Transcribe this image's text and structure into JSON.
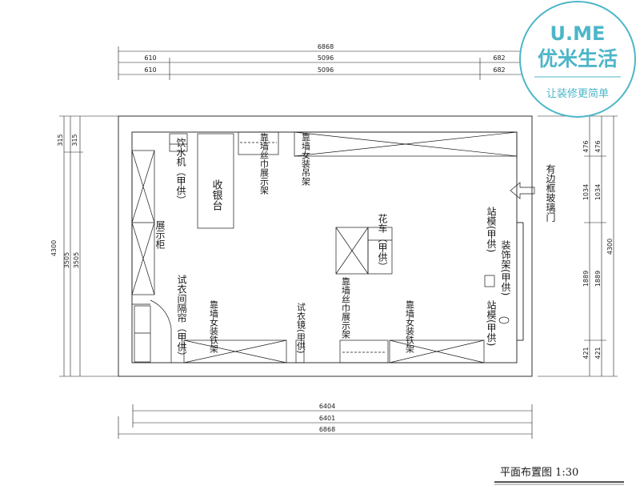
{
  "logo": {
    "brand_latin": "U.ME",
    "brand_cn": "优米生活",
    "slogan": "让装修更简单",
    "color": "#4db6c8"
  },
  "drawing": {
    "title": "平面布置图 1:30",
    "color": "#1a1a1a",
    "top_dims": {
      "total": "6868",
      "row1": [
        "610",
        "5096",
        "682"
      ],
      "row2": [
        "610",
        "5096",
        "682"
      ]
    },
    "bottom_dims": [
      "6404",
      "6401",
      "6868"
    ],
    "left_dims": {
      "seg_top": [
        "315",
        "315"
      ],
      "seg_mid": [
        "3505",
        "3505"
      ],
      "total": "4300"
    },
    "right_dims": {
      "col1": [
        "476",
        "1034",
        "1889",
        "421"
      ],
      "col2": [
        "476",
        "1034",
        "1889",
        "421"
      ],
      "total": "4300"
    },
    "labels": {
      "water_dispenser": "饮水机（甲供）",
      "cashier": "收银台",
      "scarf_rack_top": "靠墙丝巾展示架",
      "hanging_rack_top": "靠墙女装吊架",
      "glass_door": "有边框玻璃门",
      "display_cabinet": "展示柜",
      "flower_cart": "花车（甲供）",
      "model_right_1": "站模(甲供)",
      "deco_rack": "装饰架(甲供)",
      "model_right_2": "站模(甲供)",
      "curtain": "试衣间隔帘（甲供）",
      "iron_rack_left": "靠墙女装铁架",
      "mirror": "试衣镜(甲供)",
      "scarf_rack_bottom": "靠墙丝巾展示架",
      "iron_rack_right": "靠墙女装铁架"
    }
  }
}
